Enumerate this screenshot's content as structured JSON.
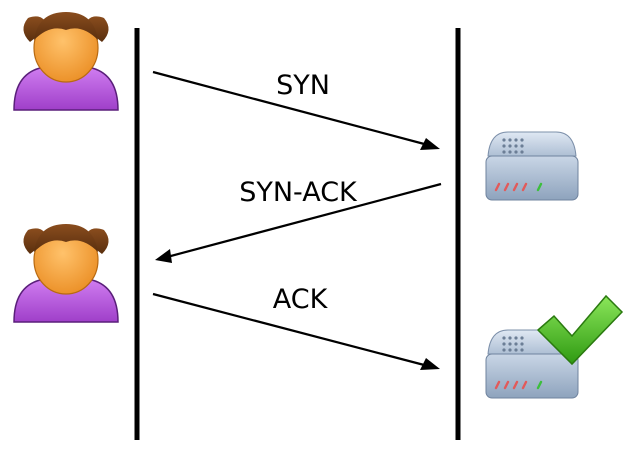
{
  "messages": [
    {
      "label": "SYN",
      "direction": "client-to-server"
    },
    {
      "label": "SYN-ACK",
      "direction": "server-to-client"
    },
    {
      "label": "ACK",
      "direction": "client-to-server"
    }
  ],
  "icons": {
    "client": "person-icon",
    "server": "server-icon",
    "established": "checkmark-icon"
  },
  "colors": {
    "line": "#000000",
    "shirt": "#b45ad6",
    "skin": "#f5a23c",
    "hair": "#6b3a13",
    "device": "#b9c9dc",
    "check": "#52c41a"
  }
}
